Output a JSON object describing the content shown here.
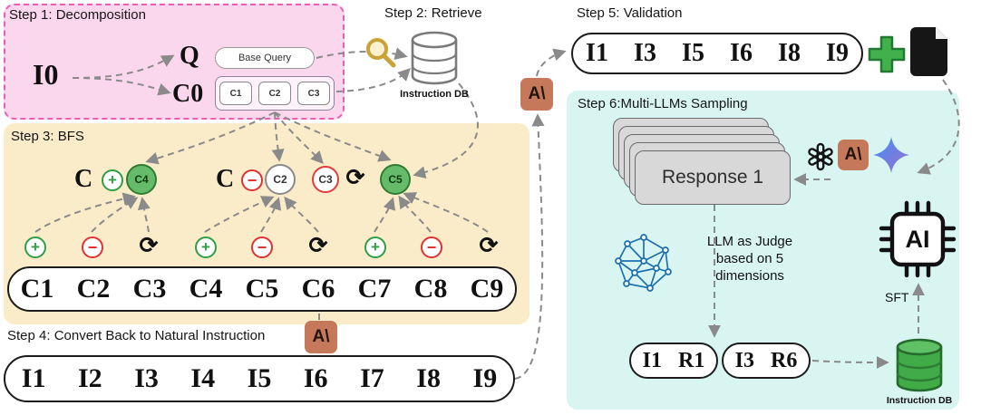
{
  "colors": {
    "pink_bg": "#fbd7ee",
    "pink_border": "#e95fb4",
    "orange_bg": "#faecc8",
    "cyan_bg": "#d8f5f2",
    "green_node": "#66bb6a",
    "anthropic_bg": "#c5795a",
    "arrow": "#8a8a8a",
    "db_green": "#41ab47"
  },
  "icons": {
    "plus": "+",
    "minus": "−",
    "refresh": "⟳",
    "anthropic": "A\\",
    "ai_chip": "AI"
  },
  "step1": {
    "title": "Step 1: Decomposition",
    "root": "I0",
    "query_label": "Q",
    "constraints_label": "C0",
    "base_query": "Base Query",
    "constraints": [
      "C1",
      "C2",
      "C3"
    ]
  },
  "step2": {
    "title": "Step 2: Retrieve",
    "db_label": "Instruction DB"
  },
  "step3": {
    "title": "Step 3: BFS",
    "expansions": [
      {
        "parent": "C",
        "op": "plus",
        "child": "C4"
      },
      {
        "parent": "C",
        "op": "minus",
        "child": "C2"
      },
      {
        "parent": "C3",
        "op": "refresh",
        "child": "C5"
      }
    ],
    "children": [
      "C1",
      "C2",
      "C3",
      "C4",
      "C5",
      "C6",
      "C7",
      "C8",
      "C9"
    ]
  },
  "step4": {
    "title": "Step 4: Convert Back to Natural Instruction",
    "instructions": [
      "I1",
      "I2",
      "I3",
      "I4",
      "I5",
      "I6",
      "I7",
      "I8",
      "I9"
    ]
  },
  "step5": {
    "title": "Step 5: Validation",
    "instructions": [
      "I1",
      "I3",
      "I5",
      "I6",
      "I8",
      "I9"
    ]
  },
  "step6": {
    "title": "Step 6:Multi-LLMs Sampling",
    "response": "Response 1",
    "judge_text": "LLM as Judge based on 5 dimensions",
    "pairs": [
      "I1 R1",
      "I3 R6"
    ],
    "sft": "SFT",
    "db_label": "Instruction DB"
  }
}
